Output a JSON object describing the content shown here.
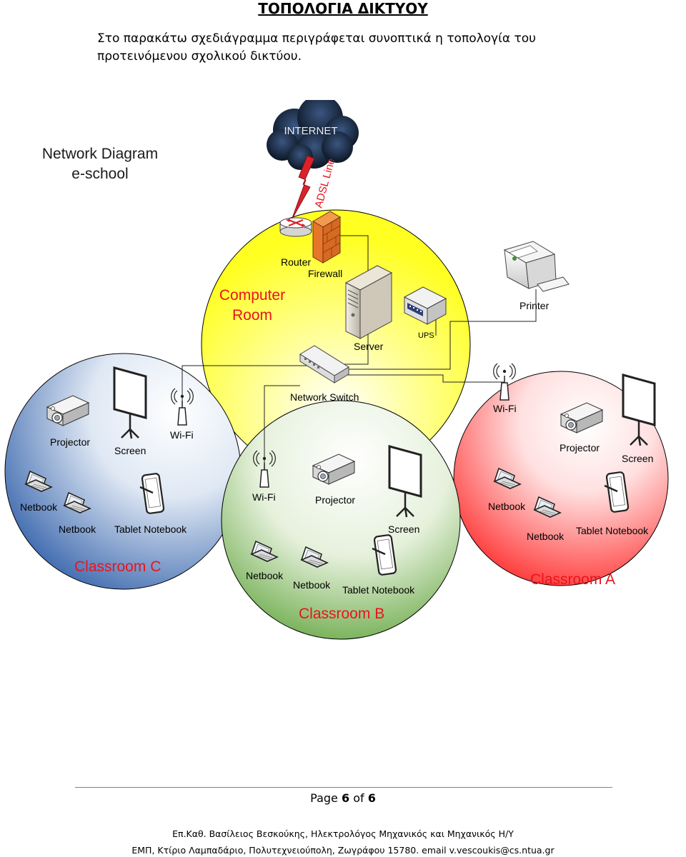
{
  "document": {
    "title": "ΤΟΠΟΛΟΓΙΑ ΔΙΚΤΥΟΥ",
    "intro": "Στο παρακάτω σχεδιάγραμμα περιγράφεται συνοπτικά η τοπολογία του προτεινόμενου σχολικού δικτύου."
  },
  "diagram": {
    "title_line1": "Network Diagram",
    "title_line2": "e-school",
    "internet": "INTERNET",
    "adsl": "ADSL Line",
    "computer_room": {
      "label_line1": "Computer",
      "label_line2": "Room",
      "router": "Router",
      "firewall": "Firewall",
      "server": "Server",
      "ups": "UPS",
      "printer": "Printer",
      "switch": "Network Switch"
    },
    "classroom_a": {
      "name": "Classroom A",
      "wifi": "Wi-Fi",
      "projector": "Projector",
      "screen": "Screen",
      "netbook1": "Netbook",
      "netbook2": "Netbook",
      "tablet": "Tablet Notebook"
    },
    "classroom_b": {
      "name": "Classroom B",
      "wifi": "Wi-Fi",
      "projector": "Projector",
      "screen": "Screen",
      "netbook1": "Netbook",
      "netbook2": "Netbook",
      "tablet": "Tablet Notebook"
    },
    "classroom_c": {
      "name": "Classroom C",
      "wifi": "Wi-Fi",
      "projector": "Projector",
      "screen": "Screen",
      "netbook1": "Netbook",
      "netbook2": "Netbook",
      "tablet": "Tablet Notebook"
    }
  },
  "footer": {
    "page_word": "Page",
    "page_current": "6",
    "page_of": "of",
    "page_total": "6",
    "line1": "Επ.Καθ. Βασίλειος Βεσκούκης, Ηλεκτρολόγος Μηχανικός και Μηχανικός Η/Υ",
    "line2": "ΕΜΠ, Κτίριο Λαμπαδάριο, Πολυτεχνειούπολη, Ζωγράφου 15780. email v.vescoukis@cs.ntua.gr"
  },
  "colors": {
    "computer_room_fill": "#ffff33",
    "classroom_a_fill": "#ff2222",
    "classroom_b_fill": "#66aa33",
    "classroom_c_fill": "#3a64b0",
    "room_label": "#e8141c",
    "cloud": "#1a2a44"
  }
}
